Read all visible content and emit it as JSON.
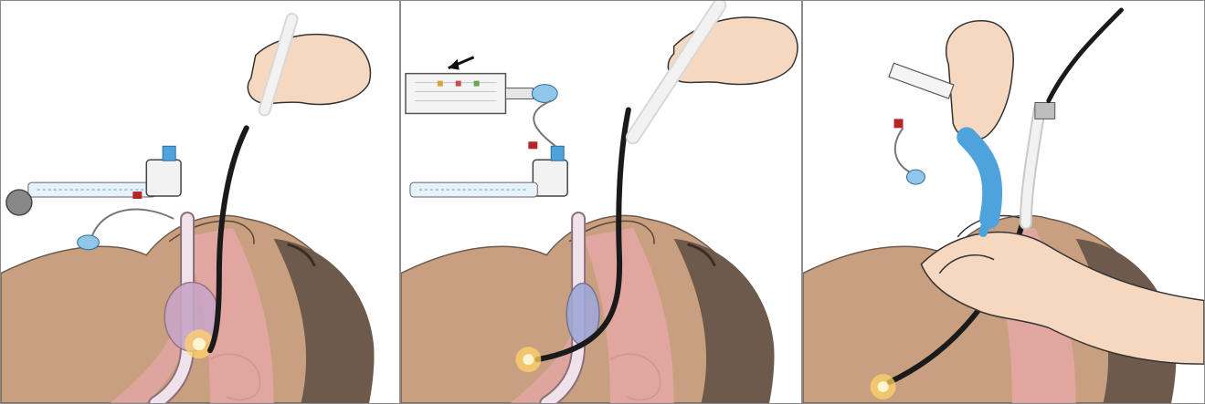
{
  "figure": {
    "description_free": true,
    "colors": {
      "skin": "#c9a07f",
      "skin_shadow": "#a57d5f",
      "hair": "#6e5a4c",
      "airway_pink": "#e6a7a7",
      "airway_dark": "#c97f86",
      "tube": "#efe2ea",
      "tube_outline": "#8d6f7c",
      "scope_black": "#1a1a1a",
      "hand": "#f6d7bf",
      "hand_outline": "#333333",
      "cuff": "#c9a5c7",
      "blue_fitting": "#4fa3dc",
      "light_glow": "#ffd16a",
      "red_clip": "#b72626"
    },
    "panels": [
      {
        "name": "panel-1",
        "icon": "intubation-step-1-illustration"
      },
      {
        "name": "panel-2",
        "icon": "intubation-step-2-illustration",
        "arrow": "left"
      },
      {
        "name": "panel-3",
        "icon": "intubation-step-3-illustration"
      }
    ]
  }
}
